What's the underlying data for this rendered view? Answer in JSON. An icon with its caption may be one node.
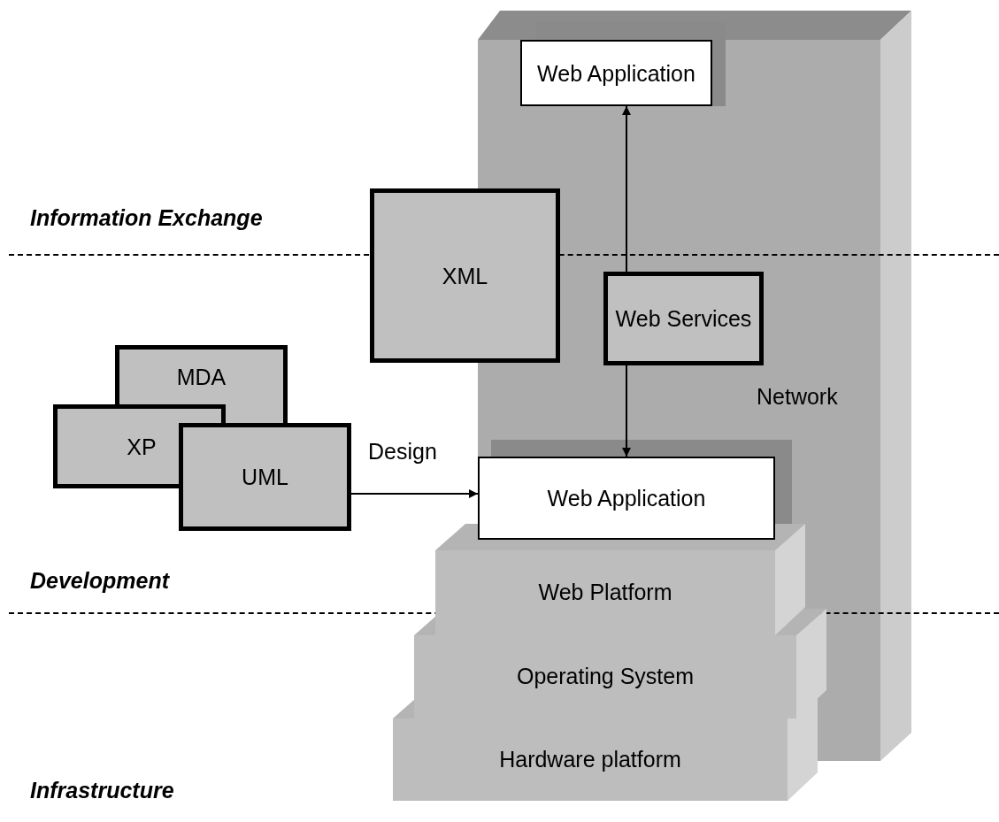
{
  "diagram": {
    "nodes": [
      {
        "text": [
          "Network"
        ]
      },
      {
        "text": [
          "Web Application"
        ],
        "in": 0
      },
      {
        "text": [
          "XML"
        ]
      },
      {
        "text": [
          "Web Services"
        ],
        "in": 0
      },
      {
        "text": [
          "MDA"
        ]
      },
      {
        "text": [
          "XP"
        ]
      },
      {
        "text": [
          "UML"
        ]
      },
      {
        "text": [
          "Web Application"
        ],
        "in": 0
      },
      {
        "text": [
          "Web Platform"
        ]
      },
      {
        "text": [
          "Operating System"
        ]
      },
      {
        "text": [
          "Hardware platform"
        ]
      }
    ],
    "edges": [
      {
        "from": 3,
        "to": 1,
        "arrow": "to"
      },
      {
        "from": 3,
        "to": 7,
        "arrow": "to"
      },
      {
        "from": 6,
        "to": 7,
        "arrow": "to",
        "label": "Design"
      }
    ],
    "labels": [
      "Information Exchange",
      "Development",
      "Infrastructure"
    ]
  }
}
